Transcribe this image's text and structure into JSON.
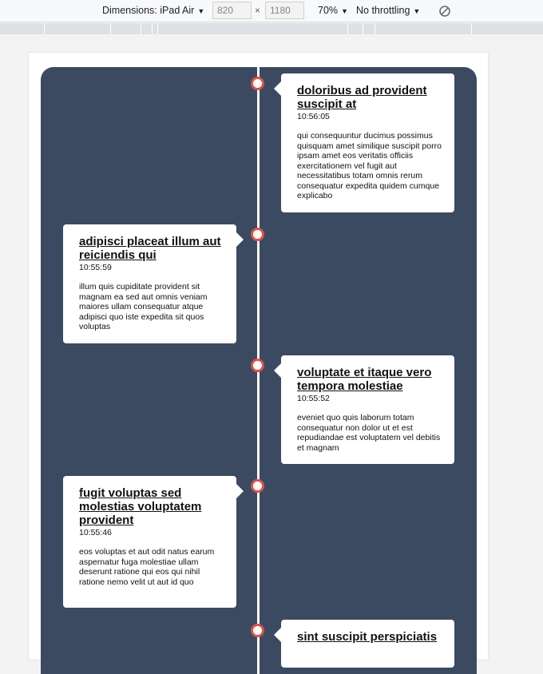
{
  "toolbar": {
    "dimensions_label": "Dimensions: iPad Air",
    "width_value": "820",
    "times": "×",
    "height_value": "1180",
    "zoom": "70%",
    "throttling": "No throttling",
    "rotate_icon": "rotate-icon"
  },
  "timeline": {
    "items": [
      {
        "title": "doloribus ad provident suscipit at",
        "time": "10:56:05",
        "body": "qui consequuntur ducimus possimus quisquam amet similique suscipit porro ipsam amet eos veritatis officiis exercitationem vel fugit aut necessitatibus totam omnis rerum consequatur expedita quidem cumque explicabo"
      },
      {
        "title": "adipisci placeat illum aut reiciendis qui",
        "time": "10:55:59",
        "body": "illum quis cupiditate provident sit magnam ea sed aut omnis veniam maiores ullam consequatur atque adipisci quo iste expedita sit quos voluptas"
      },
      {
        "title": "voluptate et itaque vero tempora molestiae",
        "time": "10:55:52",
        "body": "eveniet quo quis laborum totam consequatur non dolor ut et est repudiandae est voluptatem vel debitis et magnam"
      },
      {
        "title": "fugit voluptas sed molestias voluptatem provident",
        "time": "10:55:46",
        "body": "eos voluptas et aut odit natus earum aspernatur fuga molestiae ullam deserunt ratione qui eos qui nihil ratione nemo velit ut aut id quo"
      },
      {
        "title": "sint suscipit perspiciatis",
        "time": "",
        "body": ""
      }
    ]
  },
  "colors": {
    "timeline_bg": "#3b4a60",
    "dot_border": "#d9534f",
    "card_bg": "#ffffff"
  }
}
